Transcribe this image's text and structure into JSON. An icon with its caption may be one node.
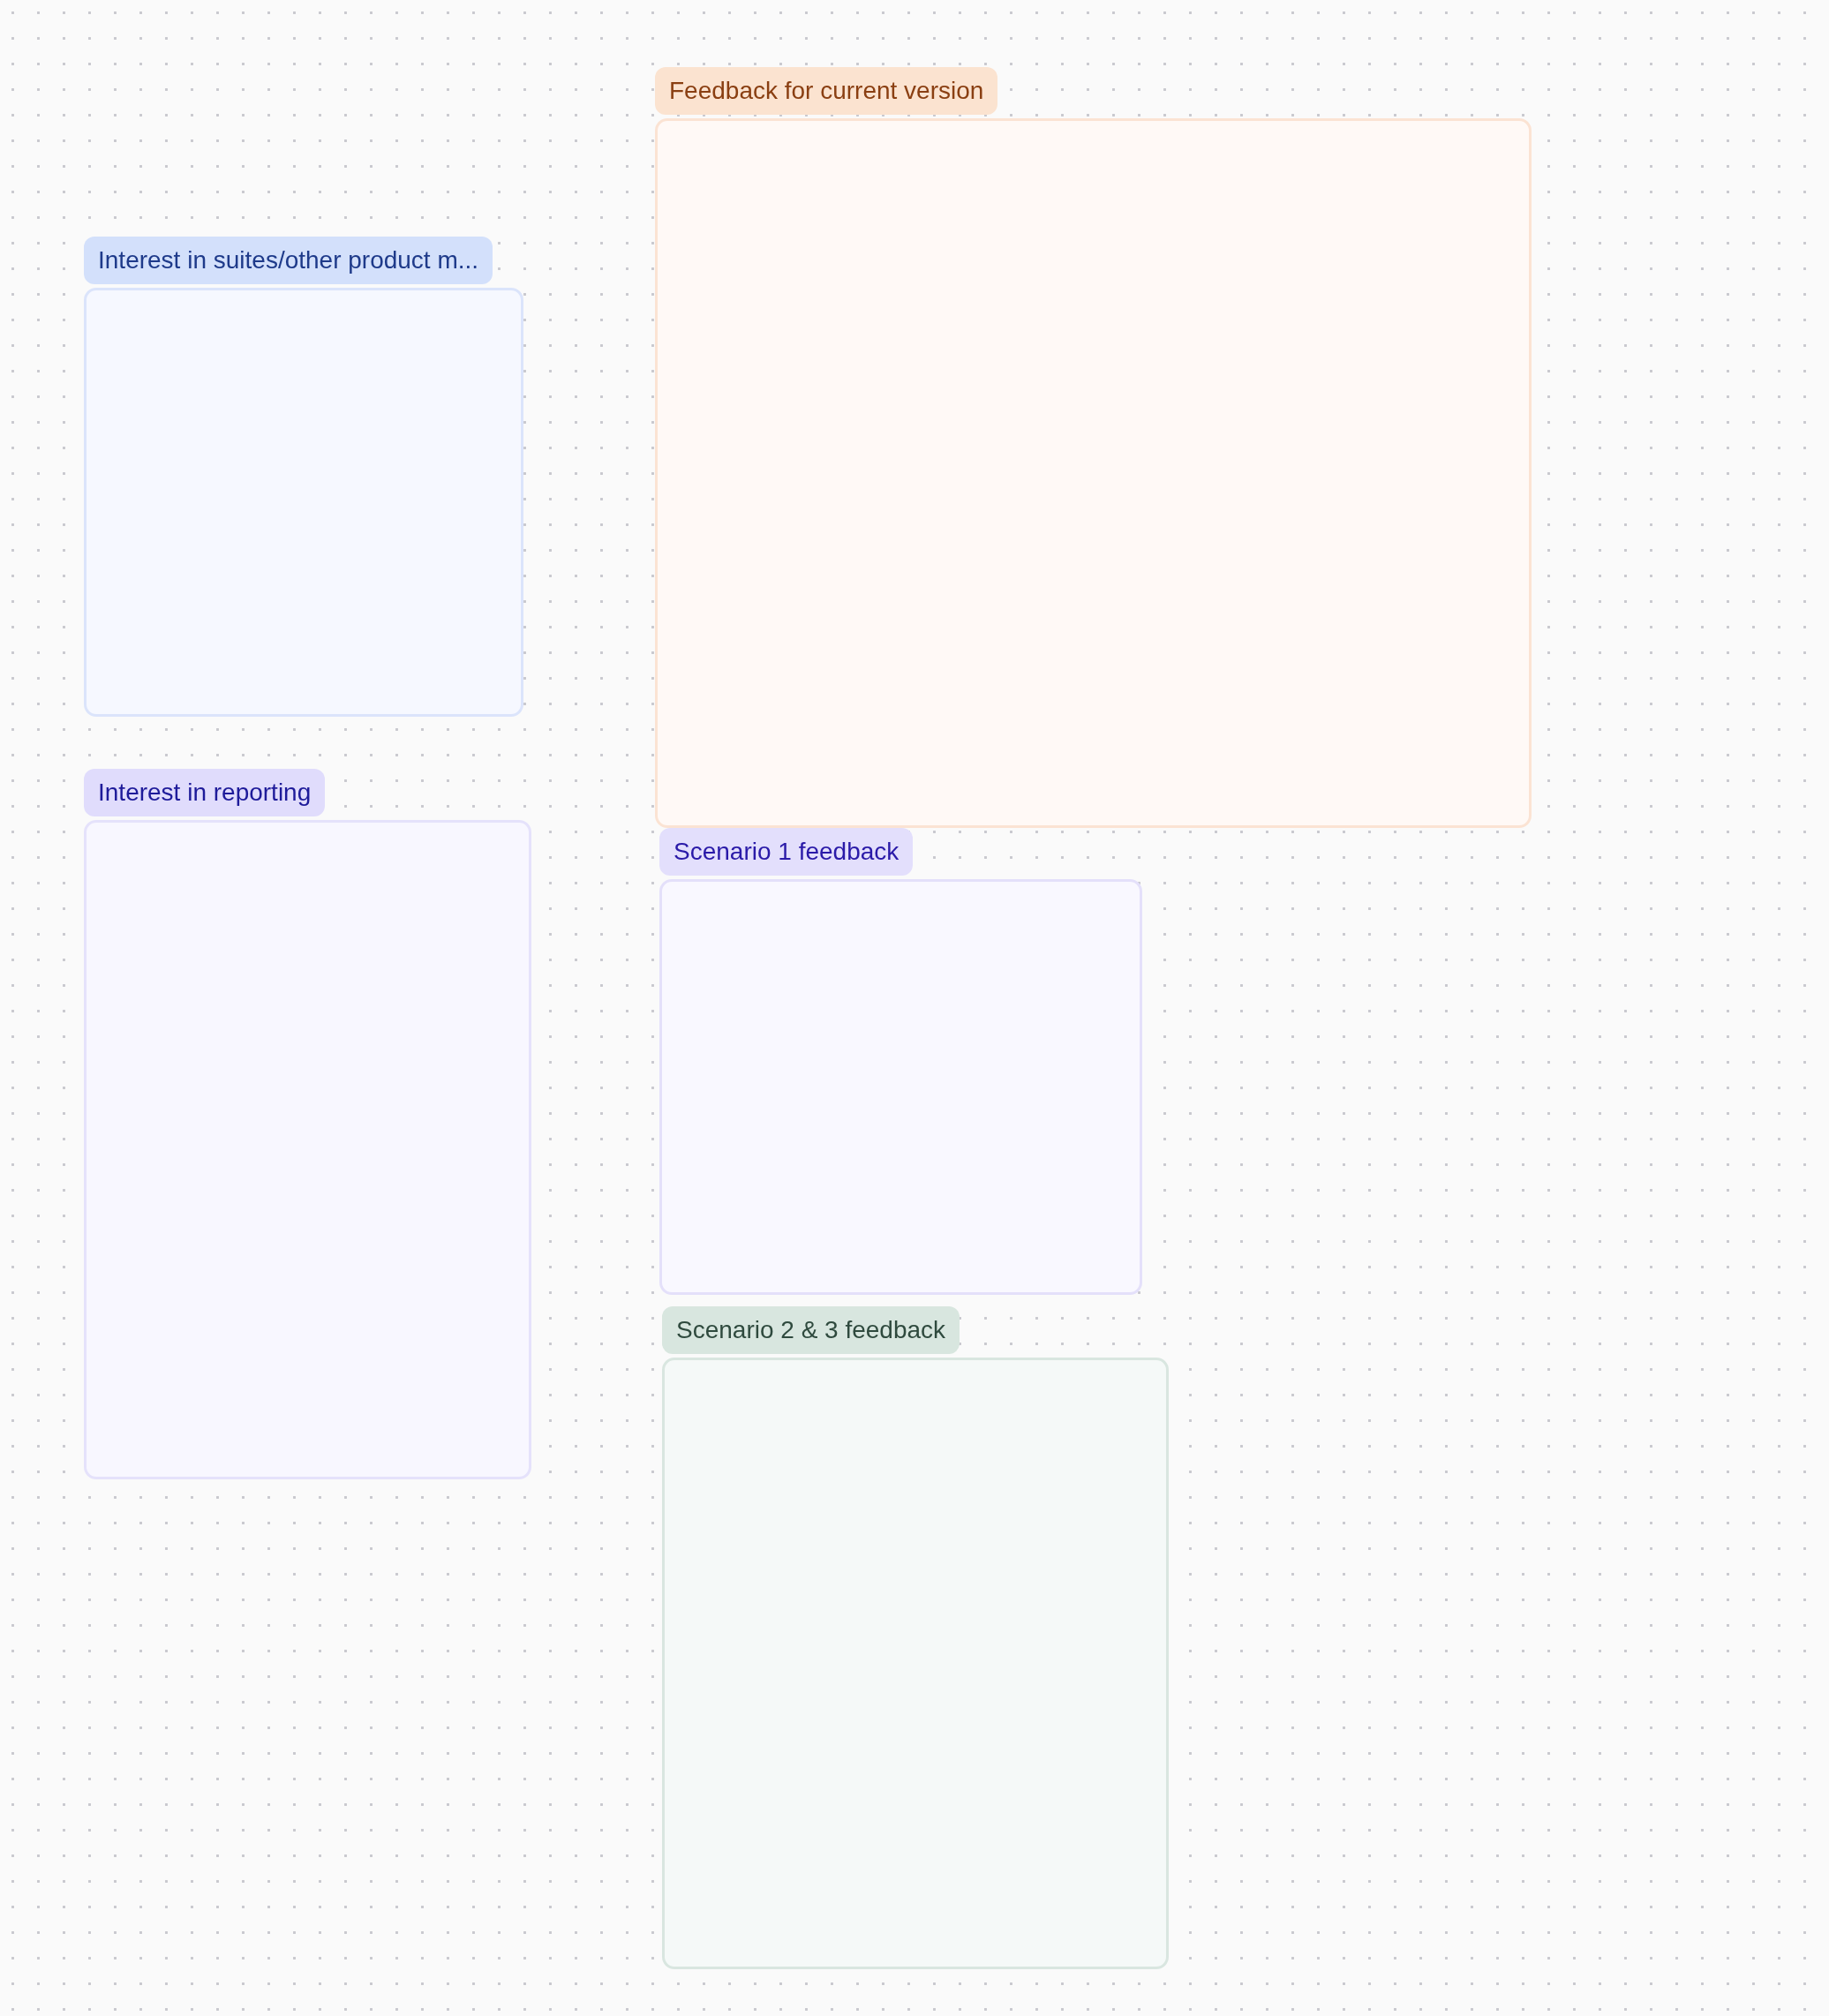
{
  "diagram": {
    "nodes": [
      {
        "text": [
          "Interest in suites/other product m..."
        ]
      },
      {
        "text": [
          "Interest in reporting"
        ]
      },
      {
        "text": [
          "Feedback for current version"
        ]
      },
      {
        "text": [
          "Scenario 1 feedback"
        ]
      },
      {
        "text": [
          "Scenario 2 & 3 feedback"
        ]
      }
    ],
    "edges": []
  }
}
